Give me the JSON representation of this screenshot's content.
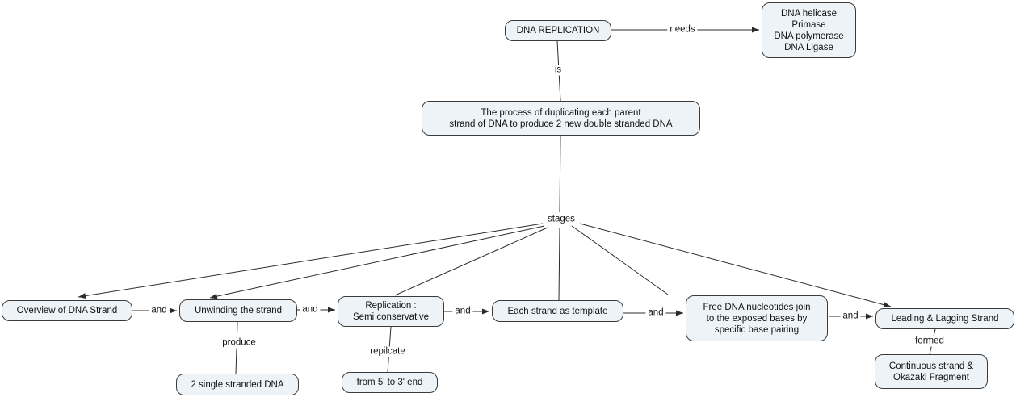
{
  "diagram": {
    "title": "DNA Replication concept map",
    "nodes": {
      "dna_replication": {
        "label": "DNA REPLICATION"
      },
      "enzymes": {
        "lines": [
          "DNA helicase",
          "Primase",
          "DNA polymerase",
          "DNA Ligase"
        ]
      },
      "process": {
        "lines": [
          "The process of duplicating each parent",
          "strand of DNA to produce 2 new double stranded DNA"
        ]
      },
      "overview": {
        "label": "Overview of DNA Strand"
      },
      "unwinding": {
        "label": "Unwinding the strand"
      },
      "replication_semi": {
        "lines": [
          "Replication :",
          "Semi conservative"
        ]
      },
      "each_strand": {
        "label": "Each strand as template"
      },
      "free_nucleotides": {
        "lines": [
          "Free DNA nucleotides join",
          "to the exposed bases by",
          "specific base pairing"
        ]
      },
      "leading_lagging": {
        "label": "Leading & Lagging Strand"
      },
      "two_single": {
        "label": "2 single stranded DNA"
      },
      "five_to_three": {
        "label": "from 5' to 3' end"
      },
      "continuous": {
        "lines": [
          "Continuous strand &",
          "Okazaki Fragment"
        ]
      }
    },
    "link_labels": {
      "needs": "needs",
      "is": "is",
      "stages": "stages",
      "and1": "and",
      "and2": "and",
      "and3": "and",
      "and4": "and",
      "and5": "and",
      "produce": "produce",
      "repilcate": "repilcate",
      "formed": "formed"
    },
    "colors": {
      "node_fill": "#edf3f6",
      "node_border": "#3b3b3b",
      "line": "#2b2b2b",
      "text": "#121212",
      "background": "#ffffff"
    }
  }
}
